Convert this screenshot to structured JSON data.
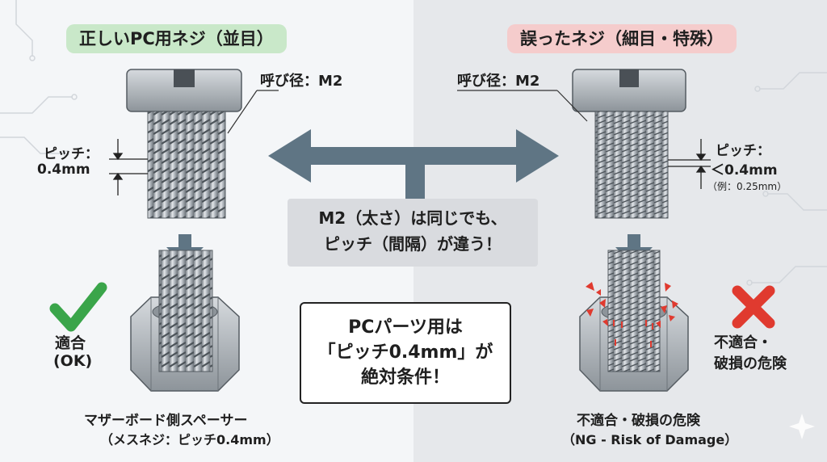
{
  "left": {
    "title": "正しいPC用ネジ（並目）",
    "diameter_label": "呼び径：M2",
    "pitch_label_1": "ピッチ：",
    "pitch_label_2": "0.4mm",
    "status_1": "適合",
    "status_2": "(OK)",
    "caption_1": "マザーボード側スペーサー",
    "caption_2": "（メスネジ：ピッチ0.4mm）"
  },
  "right": {
    "title": "誤ったネジ（細目・特殊）",
    "diameter_label": "呼び径：M2",
    "pitch_label_1": "ピッチ：",
    "pitch_label_2": "＜0.4mm",
    "pitch_example": "（例：0.25mm）",
    "status_1": "不適合・",
    "status_2": "破損の危険",
    "caption_1": "不適合・破損の危険",
    "caption_2": "（NG - Risk of Damage）"
  },
  "center": {
    "line_1": "M2（太さ）は同じでも、",
    "line_2": "ピッチ（間隔）が違う！"
  },
  "rule": {
    "line_1": "PCパーツ用は",
    "line_2": "「ピッチ0.4mm」が",
    "line_3": "絶対条件！"
  },
  "colors": {
    "ok_green": "#3aa54a",
    "ng_red": "#e03a2f",
    "left_tag_bg": "#c9e8c9",
    "right_tag_bg": "#f5cccc",
    "arrow": "#5f7584",
    "metal": "#aab0b6"
  }
}
